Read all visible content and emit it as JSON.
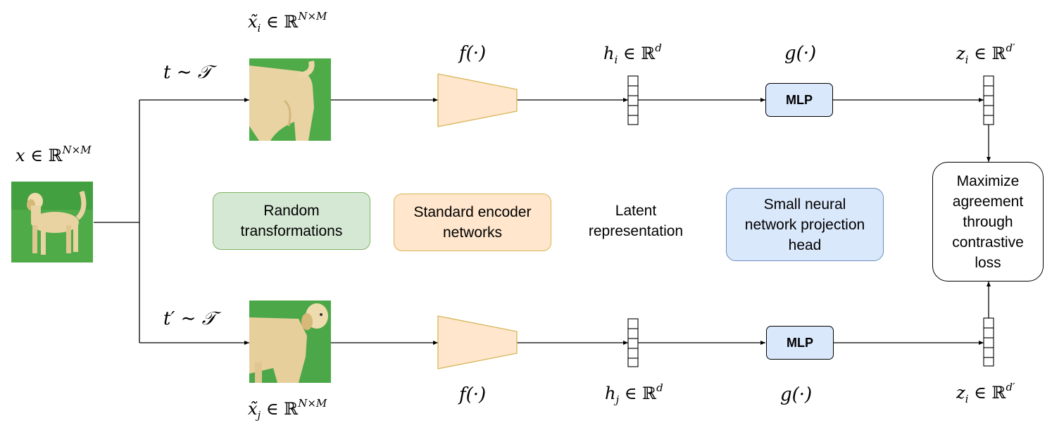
{
  "input_label": "x ∈ ℝ^{N×M}",
  "input_math": {
    "var": "x",
    "op": "∈",
    "set": "ℝ",
    "sup": "N×M"
  },
  "aug_top": {
    "prefix": "t",
    "op": "∼",
    "set": "𝒯"
  },
  "aug_bottom": {
    "prefix": "t′",
    "op": "∼",
    "set": "𝒯"
  },
  "view_top": {
    "var": "x̃",
    "sub": "i",
    "op": "∈",
    "set": "ℝ",
    "sup": "N×M"
  },
  "view_bottom": {
    "var": "x̃",
    "sub": "j",
    "op": "∈",
    "set": "ℝ",
    "sup": "N×M"
  },
  "encoder_top": "f(·)",
  "encoder_bottom": "f(·)",
  "rep_top": {
    "var": "h",
    "sub": "i",
    "op": "∈",
    "set": "ℝ",
    "sup": "d"
  },
  "rep_bottom": {
    "var": "h",
    "sub": "j",
    "op": "∈",
    "set": "ℝ",
    "sup": "d"
  },
  "proj_top": "g(·)",
  "proj_bottom": "g(·)",
  "out_top": {
    "var": "z",
    "sub": "i",
    "op": "∈",
    "set": "ℝ",
    "sup": "d′"
  },
  "out_bottom": {
    "var": "z",
    "sub": "i",
    "op": "∈",
    "set": "ℝ",
    "sup": "d′"
  },
  "mlp_label": "MLP",
  "legend": {
    "random_transformations": "Random transformations",
    "standard_encoder": "Standard encoder networks",
    "latent_representation": "Latent representation",
    "projection_head": "Small neural network projection head",
    "contrastive": "Maximize agreement through contrastive loss"
  },
  "colors": {
    "green_fill": "#d5e8d4",
    "green_stroke": "#82b366",
    "orange_fill": "#ffe6cc",
    "orange_stroke": "#d6b656",
    "blue_fill": "#dae8fc",
    "blue_stroke": "#6c8ebf",
    "photo_grass": "#4aa84a",
    "dog_fur": "#e8d2a0"
  }
}
